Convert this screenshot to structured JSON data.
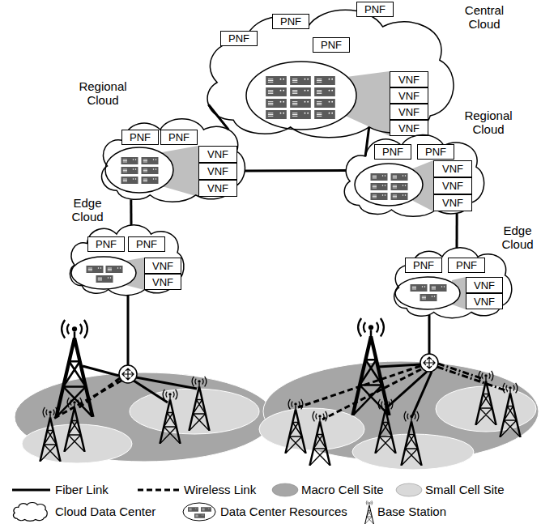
{
  "diagram": {
    "nodes": [
      {
        "text": [
          "Central Cloud"
        ]
      },
      {
        "text": [
          "PNF"
        ],
        "in": 0
      },
      {
        "text": [
          "PNF"
        ],
        "in": 0
      },
      {
        "text": [
          "PNF"
        ],
        "in": 0
      },
      {
        "text": [
          "PNF"
        ],
        "in": 0
      },
      {
        "text": [
          "VNF"
        ],
        "in": 0
      },
      {
        "text": [
          "VNF"
        ],
        "in": 0
      },
      {
        "text": [
          "VNF"
        ],
        "in": 0
      },
      {
        "text": [
          "VNF"
        ],
        "in": 0
      },
      {
        "text": [
          "Regional Cloud"
        ]
      },
      {
        "text": [
          "PNF"
        ],
        "in": 9
      },
      {
        "text": [
          "PNF"
        ],
        "in": 9
      },
      {
        "text": [
          "VNF"
        ],
        "in": 9
      },
      {
        "text": [
          "VNF"
        ],
        "in": 9
      },
      {
        "text": [
          "VNF"
        ],
        "in": 9
      },
      {
        "text": [
          "Regional Cloud"
        ]
      },
      {
        "text": [
          "PNF"
        ],
        "in": 15
      },
      {
        "text": [
          "PNF"
        ],
        "in": 15
      },
      {
        "text": [
          "VNF"
        ],
        "in": 15
      },
      {
        "text": [
          "VNF"
        ],
        "in": 15
      },
      {
        "text": [
          "VNF"
        ],
        "in": 15
      },
      {
        "text": [
          "Edge Cloud"
        ]
      },
      {
        "text": [
          "PNF"
        ],
        "in": 21
      },
      {
        "text": [
          "PNF"
        ],
        "in": 21
      },
      {
        "text": [
          "VNF"
        ],
        "in": 21
      },
      {
        "text": [
          "VNF"
        ],
        "in": 21
      },
      {
        "text": [
          "Edge Cloud"
        ]
      },
      {
        "text": [
          "PNF"
        ],
        "in": 26
      },
      {
        "text": [
          "PNF"
        ],
        "in": 26
      },
      {
        "text": [
          "VNF"
        ],
        "in": 26
      },
      {
        "text": [
          "VNF"
        ],
        "in": 26
      }
    ],
    "edges": [
      {
        "from": 0,
        "to": 9,
        "arrow": "none"
      },
      {
        "from": 0,
        "to": 15,
        "arrow": "none"
      },
      {
        "from": 9,
        "to": 15,
        "arrow": "none"
      },
      {
        "from": 9,
        "to": 21,
        "arrow": "none"
      },
      {
        "from": 15,
        "to": 26,
        "arrow": "none"
      }
    ],
    "legend": [
      {
        "text": "Fiber Link"
      },
      {
        "text": "Wireless Link"
      },
      {
        "text": "Macro Cell Site",
        "color": "#a6a6a6"
      },
      {
        "text": "Small Cell Site",
        "color": "#d9d9d9"
      },
      {
        "text": "Cloud Data Center"
      },
      {
        "text": "Data Center Resources"
      },
      {
        "text": "Base Station"
      }
    ]
  }
}
